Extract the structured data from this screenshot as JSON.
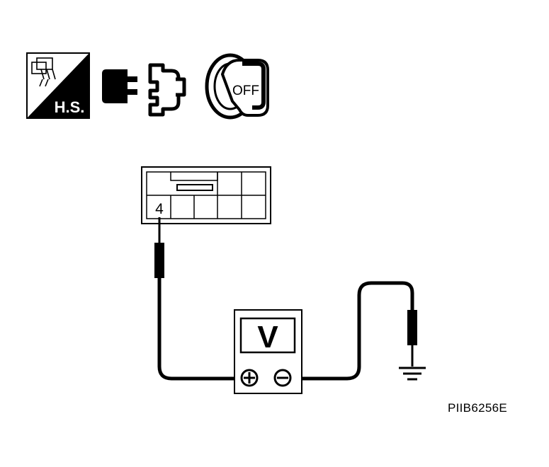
{
  "symbols": {
    "harness_side_badge": "H.S.",
    "ignition_position": "OFF"
  },
  "connector": {
    "terminal_label": "4"
  },
  "voltmeter": {
    "display": "V",
    "positive_symbol": "+",
    "negative_symbol": "−"
  },
  "figure": {
    "reference_code": "PIIB6256E"
  },
  "colors": {
    "line": "#000000",
    "background": "#ffffff"
  }
}
